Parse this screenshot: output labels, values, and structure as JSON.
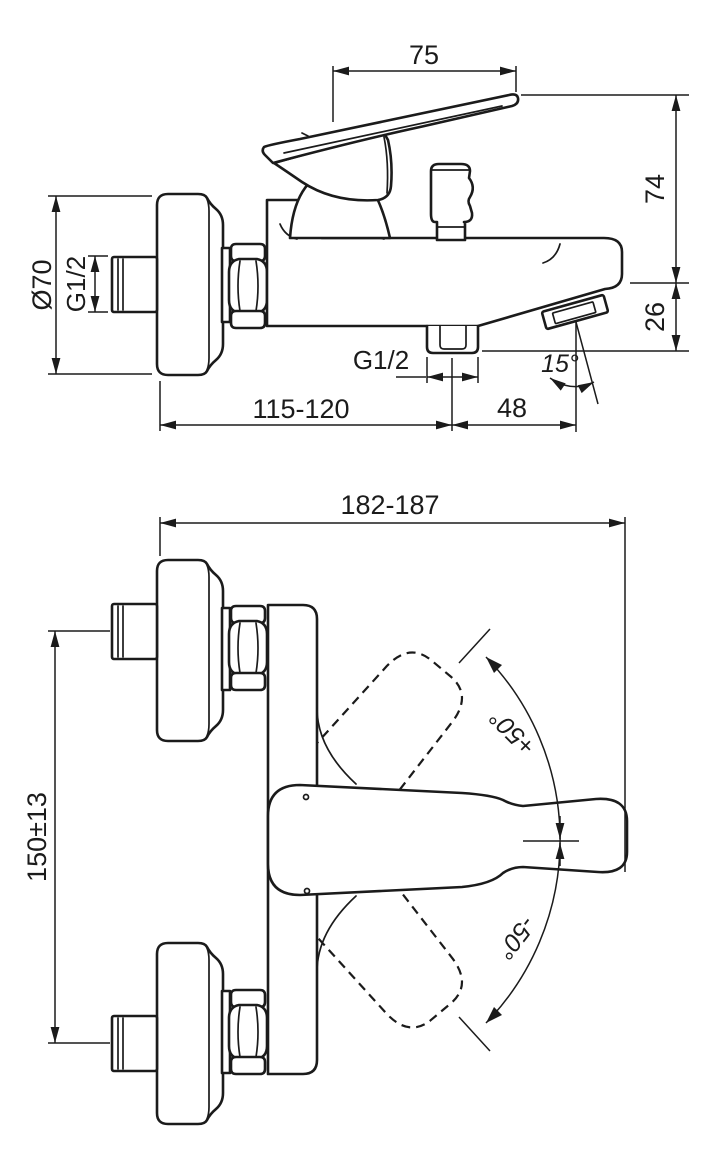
{
  "drawing": {
    "kind": "technical dimension drawing",
    "subject": "wall-mounted single-lever bath shower mixer",
    "colors": {
      "background": "#ffffff",
      "line": "#1b1b1b"
    },
    "side_view": {
      "labels": {
        "lever_projection": "75",
        "height_to_lever_tip": "74",
        "spout_outlet_drop": "26",
        "escutcheon_diameter": "Ø70",
        "inlet_thread": "G1/2",
        "shower_outlet_thread": "G1/2",
        "wall_to_shower_outlet": "115-120",
        "shower_outlet_to_spout": "48",
        "spout_outlet_angle": "15°"
      }
    },
    "plan_view": {
      "labels": {
        "overall_depth": "182-187",
        "inlet_centre_distance": "150±13",
        "handle_swing_up": "+50°",
        "handle_swing_down": "-50°"
      }
    }
  }
}
